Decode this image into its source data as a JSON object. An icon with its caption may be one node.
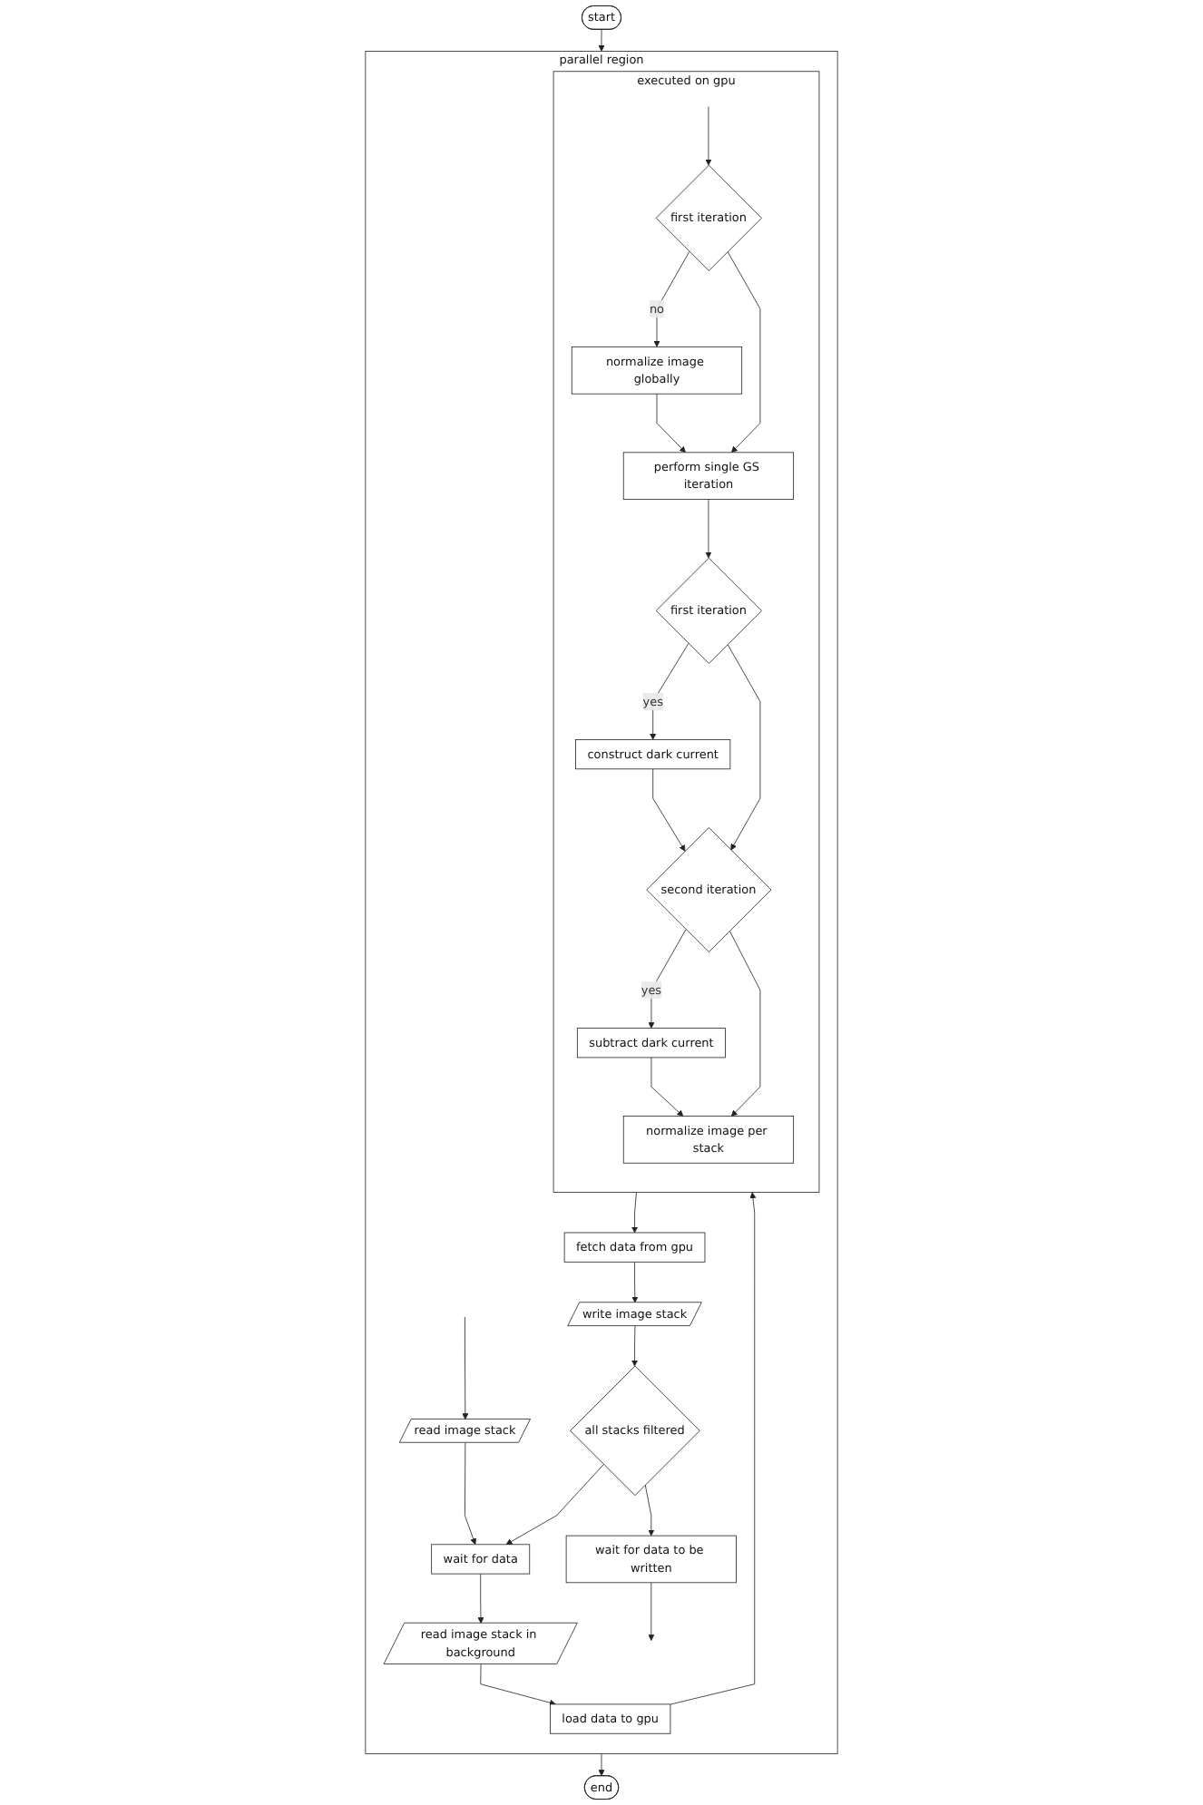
{
  "diagram": {
    "nodes": [
      {
        "text": [
          "start"
        ]
      },
      {
        "text": [
          "parallel region"
        ]
      },
      {
        "text": [
          "read image stack"
        ],
        "in": 1
      },
      {
        "text": [
          "wait for data"
        ],
        "in": 1
      },
      {
        "text": [
          "read image stack in background"
        ],
        "in": 1
      },
      {
        "text": [
          "load data to gpu"
        ],
        "in": 1
      },
      {
        "text": [
          "executed on gpu"
        ],
        "in": 1
      },
      {
        "text": [
          "first iteration"
        ],
        "in": 6
      },
      {
        "text": [
          "normalize image globally"
        ],
        "in": 6
      },
      {
        "text": [
          "perform single GS iteration"
        ],
        "in": 6
      },
      {
        "text": [
          "first iteration"
        ],
        "in": 6
      },
      {
        "text": [
          "construct dark current"
        ],
        "in": 6
      },
      {
        "text": [
          "second iteration"
        ],
        "in": 6
      },
      {
        "text": [
          "subtract dark current"
        ],
        "in": 6
      },
      {
        "text": [
          "normalize image per stack"
        ],
        "in": 6
      },
      {
        "text": [
          "fetch data from gpu"
        ],
        "in": 1
      },
      {
        "text": [
          "write image stack"
        ],
        "in": 1
      },
      {
        "text": [
          "all stacks filtered"
        ],
        "in": 1
      },
      {
        "text": [
          "wait for data to be written"
        ],
        "in": 1
      },
      {
        "text": [
          "end"
        ]
      }
    ],
    "edges": [
      {
        "from": 0,
        "to": 1,
        "arrow": "to"
      },
      {
        "from": null,
        "to": 2,
        "arrow": "to"
      },
      {
        "from": 2,
        "to": 3,
        "arrow": "to"
      },
      {
        "from": 3,
        "to": 4,
        "arrow": "to"
      },
      {
        "from": 4,
        "to": 5,
        "arrow": "to"
      },
      {
        "from": 5,
        "to": 6,
        "arrow": "to"
      },
      {
        "from": null,
        "to": 7,
        "arrow": "to"
      },
      {
        "from": 7,
        "to": 8,
        "arrow": "to",
        "label": "no"
      },
      {
        "from": 8,
        "to": 9,
        "arrow": "to"
      },
      {
        "from": 7,
        "to": 9,
        "arrow": "to"
      },
      {
        "from": 9,
        "to": 10,
        "arrow": "to"
      },
      {
        "from": 10,
        "to": 11,
        "arrow": "to",
        "label": "yes"
      },
      {
        "from": 11,
        "to": 12,
        "arrow": "to"
      },
      {
        "from": 10,
        "to": 12,
        "arrow": "to"
      },
      {
        "from": 12,
        "to": 13,
        "arrow": "to",
        "label": "yes"
      },
      {
        "from": 13,
        "to": 14,
        "arrow": "to"
      },
      {
        "from": 12,
        "to": 14,
        "arrow": "to"
      },
      {
        "from": 6,
        "to": 15,
        "arrow": "to"
      },
      {
        "from": 15,
        "to": 16,
        "arrow": "to"
      },
      {
        "from": 16,
        "to": 17,
        "arrow": "to"
      },
      {
        "from": 17,
        "to": 3,
        "arrow": "to"
      },
      {
        "from": 17,
        "to": 18,
        "arrow": "to"
      },
      {
        "from": 18,
        "to": null,
        "arrow": "to"
      },
      {
        "from": 1,
        "to": 19,
        "arrow": "to"
      }
    ]
  }
}
